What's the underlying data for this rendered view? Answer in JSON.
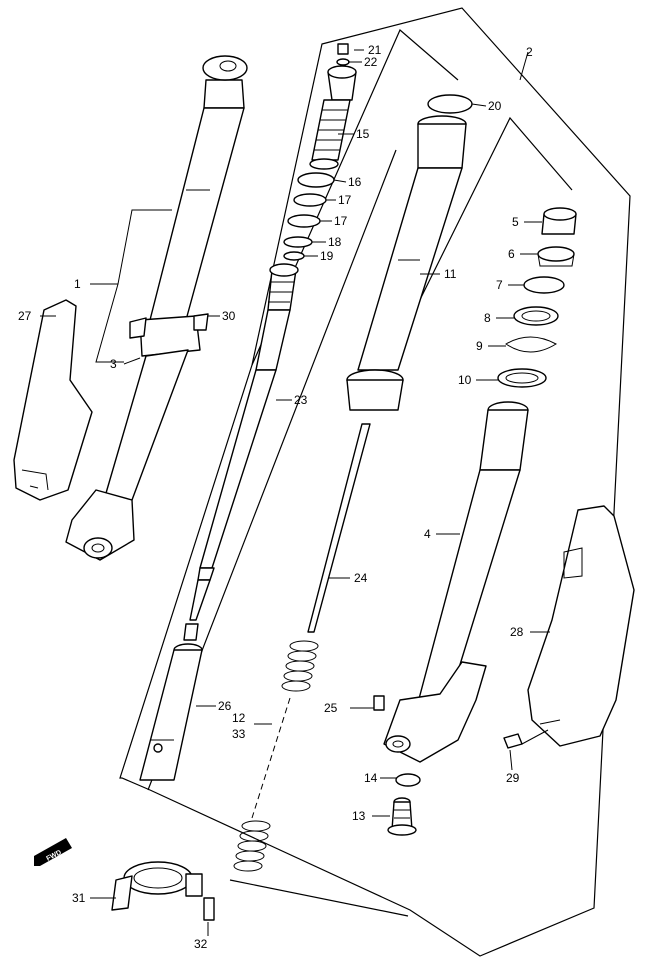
{
  "labels": {
    "p1": "1",
    "p2": "2",
    "p3": "3",
    "p4": "4",
    "p5": "5",
    "p6": "6",
    "p7": "7",
    "p8": "8",
    "p9": "9",
    "p10": "10",
    "p11": "11",
    "p12": "12",
    "p13": "13",
    "p14": "14",
    "p15": "15",
    "p16": "16",
    "p17a": "17",
    "p17b": "17",
    "p18": "18",
    "p19": "19",
    "p20": "20",
    "p21": "21",
    "p22": "22",
    "p23": "23",
    "p24": "24",
    "p25": "25",
    "p26": "26",
    "p27": "27",
    "p28": "28",
    "p29": "29",
    "p30": "30",
    "p31": "31",
    "p32": "32",
    "p33": "33"
  },
  "direction_badge": "FWD"
}
